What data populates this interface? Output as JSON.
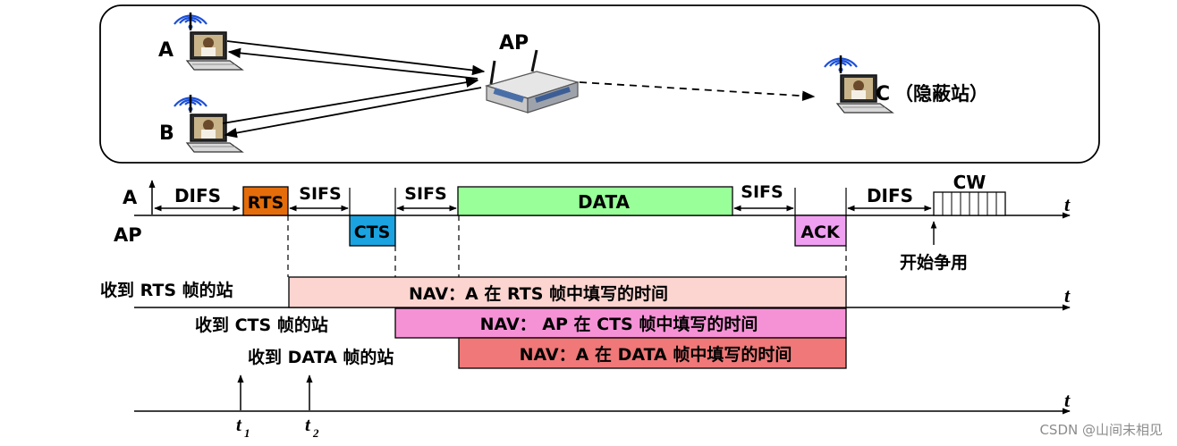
{
  "network": {
    "station_a": "A",
    "station_b": "B",
    "station_c": "C",
    "hidden_label": "（隐蔽站）",
    "access_point": "AP",
    "hidden_color": "#1a1aa8"
  },
  "timeline": {
    "row_a_label": "A",
    "row_ap_label": "AP",
    "t_axis": "t",
    "difs1": "DIFS",
    "rts": "RTS",
    "sifs1": "SIFS",
    "cts": "CTS",
    "sifs2": "SIFS",
    "data": "DATA",
    "sifs3": "SIFS",
    "ack": "ACK",
    "difs2": "DIFS",
    "cw": "CW",
    "contend": "开始争用",
    "colors": {
      "rts": "#e46c0a",
      "cts": "#1aa3e0",
      "data": "#99ff99",
      "ack": "#f0a0f0"
    }
  },
  "nav": {
    "rts_station": "收到 RTS 帧的站",
    "cts_station": "收到 CTS 帧的站",
    "data_station": "收到 DATA 帧的站",
    "rts_nav": "NAV：A 在 RTS 帧中填写的时间",
    "cts_nav": "NAV： AP 在 CTS 帧中填写的时间",
    "data_nav": "NAV：A 在 DATA 帧中填写的时间",
    "colors": {
      "rts": "#fcd5d0",
      "cts": "#f592d6",
      "data": "#f07878"
    }
  },
  "markers": {
    "t1": "t",
    "t1_sub": "1",
    "t2": "t",
    "t2_sub": "2"
  },
  "watermark": "CSDN @山间未相见"
}
